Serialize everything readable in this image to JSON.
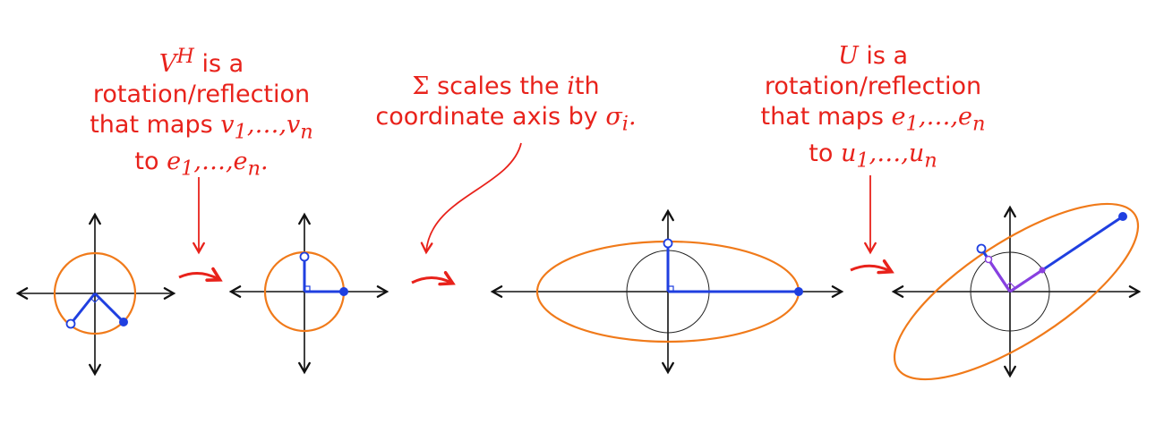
{
  "captions": {
    "vh": {
      "line1_symbol": "V",
      "line1_sup": "H",
      "line1_text": " is a",
      "line2": "rotation/reflection",
      "line3_text": "that maps ",
      "line3_math": "v",
      "line3_sub1": "1",
      "line3_mid": ",…,",
      "line3_math2": "v",
      "line3_sub2": "n",
      "line4_text": "to ",
      "line4_math": "e",
      "line4_sub1": "1",
      "line4_mid": ",…,",
      "line4_math2": "e",
      "line4_sub2": "n",
      "line4_end": "."
    },
    "sigma": {
      "line1_symbol": "Σ",
      "line1_text": " scales the ",
      "line1_math": "i",
      "line1_end": "th",
      "line2_text": "coordinate axis by ",
      "line2_math": "σ",
      "line2_sub": "i",
      "line2_end": "."
    },
    "u": {
      "line1_symbol": "U",
      "line1_text": " is a",
      "line2": "rotation/reflection",
      "line3_text": "that maps ",
      "line3_math": "e",
      "line3_sub1": "1",
      "line3_mid": ",…,",
      "line3_math2": "e",
      "line3_sub2": "n",
      "line4_text": "to ",
      "line4_math": "u",
      "line4_sub1": "1",
      "line4_mid": ",…,",
      "line4_math2": "u",
      "line4_sub2": "n"
    }
  },
  "colors": {
    "annotation": "#e8221b",
    "vector": "#1f3fe0",
    "ellipse": "#f07a1a",
    "reference_circle": "#222222",
    "scaled_vector": "#8a3fe0",
    "axis": "#111111"
  },
  "panels": [
    "initial-unit-circle",
    "after-vh",
    "after-sigma",
    "after-u"
  ]
}
